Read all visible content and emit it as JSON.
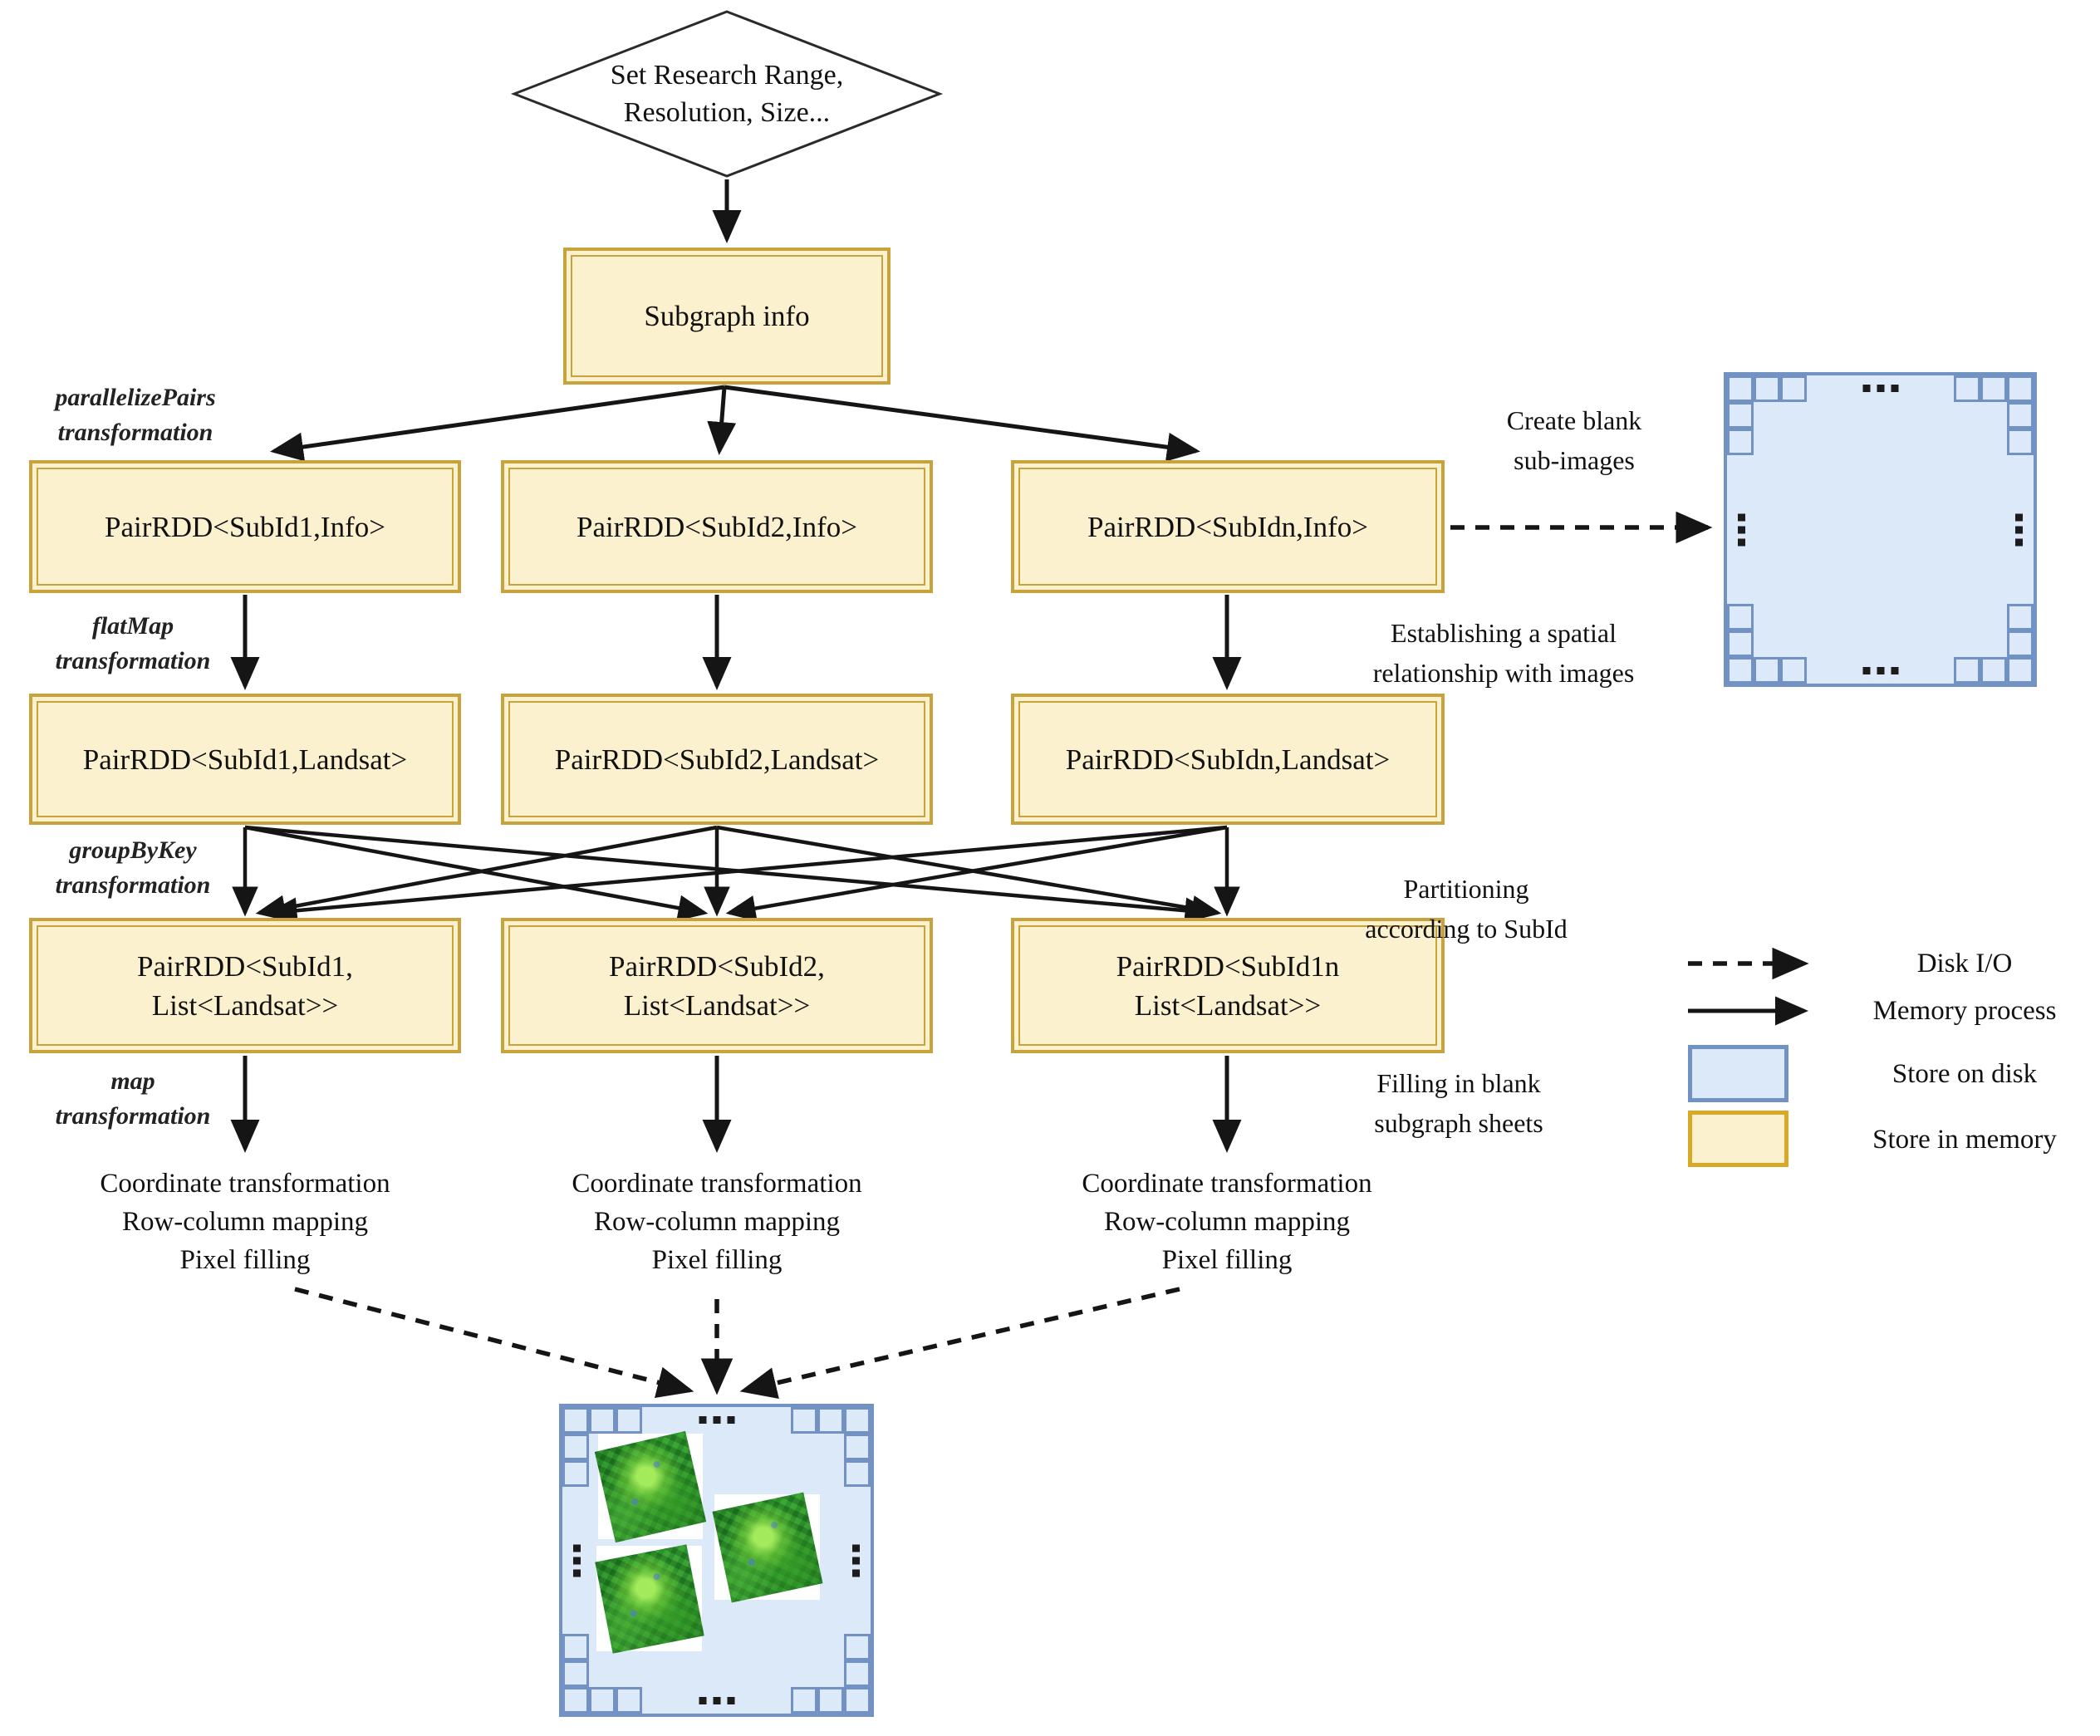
{
  "diamond": {
    "line1": "Set Research Range,",
    "line2": "Resolution, Size..."
  },
  "subgraph_box": {
    "label": "Subgraph info"
  },
  "stage_labels": [
    {
      "line1": "parallelizePairs",
      "line2": "transformation"
    },
    {
      "line1": "flatMap",
      "line2": "transformation"
    },
    {
      "line1": "groupByKey",
      "line2": "transformation"
    },
    {
      "line1": "map",
      "line2": "transformation"
    }
  ],
  "rdd_rows": [
    {
      "boxes": [
        {
          "label": "PairRDD<SubId1,Info>"
        },
        {
          "label": "PairRDD<SubId2,Info>"
        },
        {
          "label": "PairRDD<SubIdn,Info>"
        }
      ]
    },
    {
      "boxes": [
        {
          "label": "PairRDD<SubId1,Landsat>"
        },
        {
          "label": "PairRDD<SubId2,Landsat>"
        },
        {
          "label": "PairRDD<SubIdn,Landsat>"
        }
      ]
    },
    {
      "boxes": [
        {
          "line1": "PairRDD<SubId1,",
          "line2": "List<Landsat>>"
        },
        {
          "line1": "PairRDD<SubId2,",
          "line2": "List<Landsat>>"
        },
        {
          "line1": "PairRDD<SubId1n",
          "line2": "List<Landsat>>"
        }
      ]
    }
  ],
  "process_notes": [
    {
      "line1": "Coordinate transformation",
      "line2": "Row-column mapping",
      "line3": "Pixel filling"
    },
    {
      "line1": "Coordinate transformation",
      "line2": "Row-column mapping",
      "line3": "Pixel filling"
    },
    {
      "line1": "Coordinate transformation",
      "line2": "Row-column mapping",
      "line3": "Pixel filling"
    }
  ],
  "annotations": {
    "create_blank": {
      "line1": "Create blank",
      "line2": "sub-images"
    },
    "spatial": {
      "line1": "Establishing a spatial",
      "line2": "relationship with images"
    },
    "partitioning": {
      "line1": "Partitioning",
      "line2": "according to SubId"
    },
    "filling": {
      "line1": "Filling in blank",
      "line2": "subgraph sheets"
    }
  },
  "legend": {
    "items": [
      {
        "symbol": "dashed-arrow",
        "label": "Disk I/O"
      },
      {
        "symbol": "solid-arrow",
        "label": "Memory process"
      },
      {
        "symbol": "disk-box",
        "label": "Store on disk"
      },
      {
        "symbol": "memory-box",
        "label": "Store in memory"
      }
    ]
  },
  "squares": {
    "top_right": {
      "ellipsis": "...",
      "vertical_ellipsis": "⋮"
    },
    "bottom": {
      "ellipsis": "...",
      "vertical_ellipsis": "⋮"
    }
  },
  "colors": {
    "memory_fill": "#FCF1CE",
    "memory_border": "#C8A33C",
    "disk_fill": "#DCE9F9",
    "disk_border": "#7292C4",
    "legend_memory_border": "#D8A927",
    "arrow": "#151515"
  }
}
